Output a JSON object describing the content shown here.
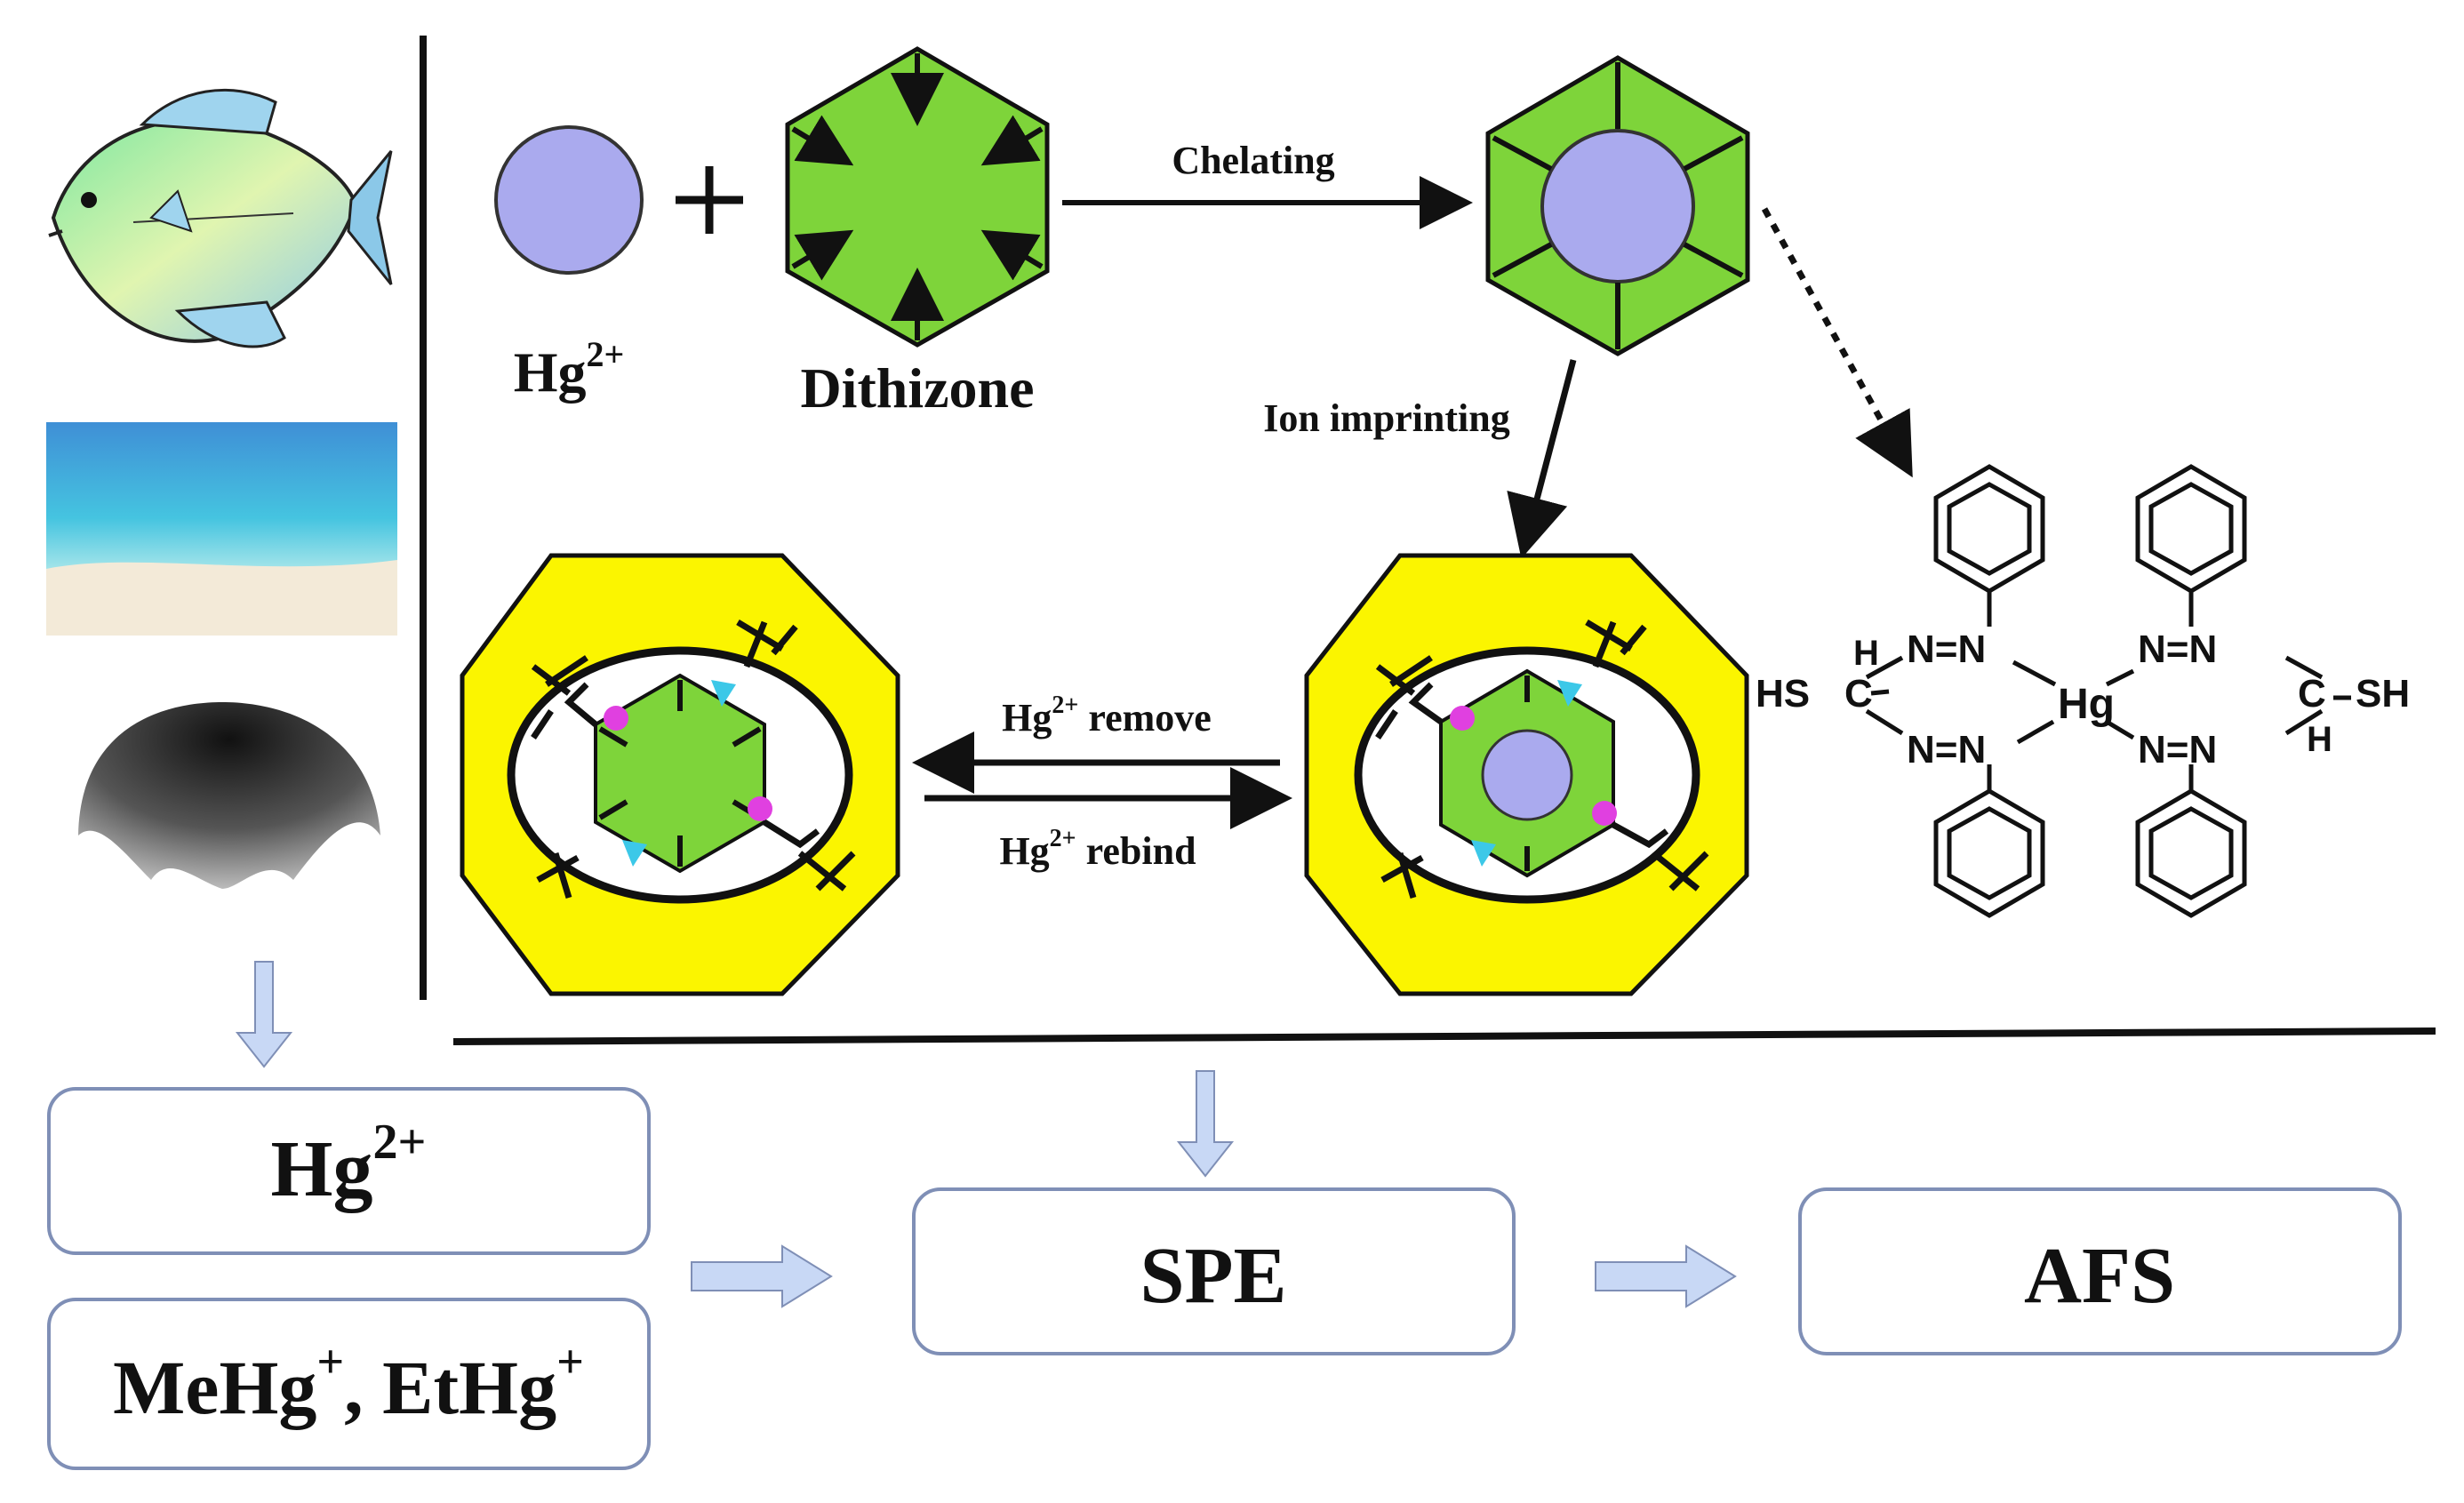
{
  "top_labels": {
    "hg_ion": "Hg",
    "hg_charge": "2+",
    "dithizone": "Dithizone",
    "chelating": "Chelating",
    "ion_imprinting": "Ion imprinting"
  },
  "equilibrium": {
    "remove_prefix": "Hg",
    "remove_charge": "2+",
    "remove_word": " remove",
    "rebind_prefix": "Hg",
    "rebind_charge": "2+",
    "rebind_word": " rebind"
  },
  "structure": {
    "hs_left": "HS",
    "c_left": "C",
    "h_left": "H",
    "n_n_top_left": "N=N",
    "n_n_bottom_left": "N=N",
    "hg_center": "Hg",
    "n_n_top_right": "N=N",
    "n_n_bottom_right": "N=N",
    "c_right": "C",
    "sh_right": "SH",
    "h_right": "H"
  },
  "flow": {
    "box_hg_prefix": "Hg",
    "box_hg_charge": "2+",
    "box_me": "MeHg",
    "box_plus1": "+",
    "box_sep": ", EtHg",
    "box_plus2": "+",
    "box_spe": "SPE",
    "box_afs": "AFS"
  },
  "colors": {
    "green": "#7ed43a",
    "yellow": "#fbf500",
    "ion": "#aaaaee",
    "flow_arrow": "#c8d8f5",
    "box_border": "#7f8fb6"
  }
}
